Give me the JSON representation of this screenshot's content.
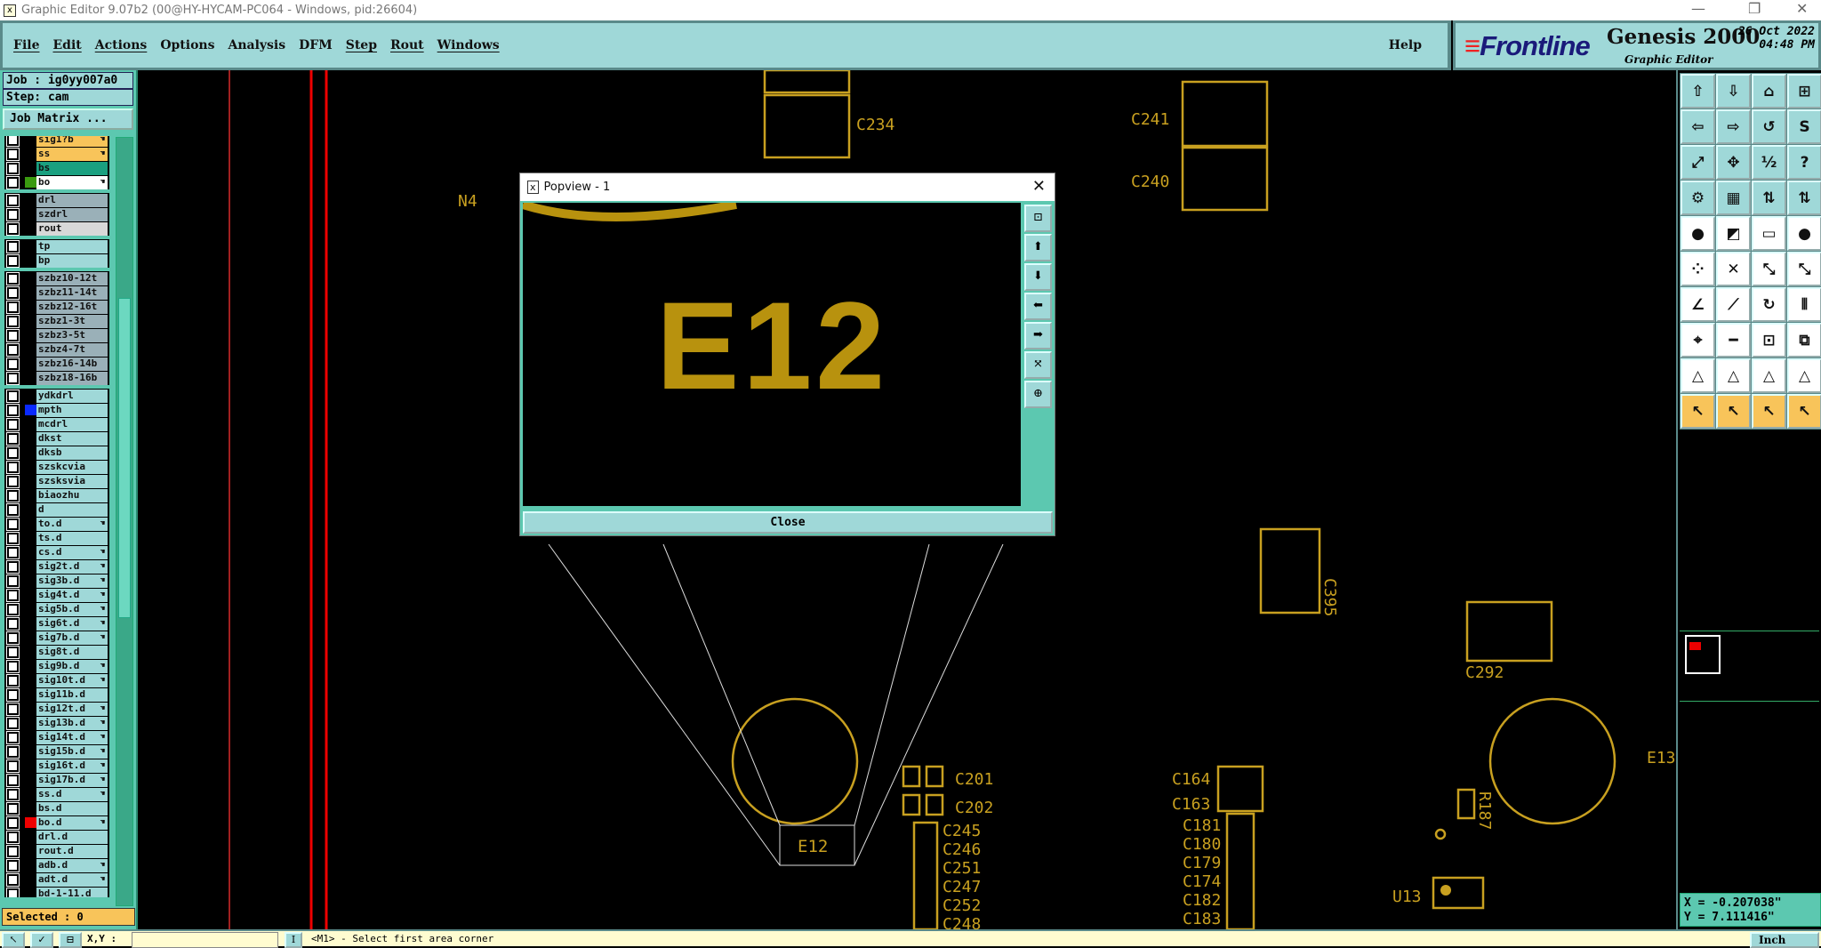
{
  "window": {
    "title": "Graphic Editor 9.07b2 (00@HY-HYCAM-PC064 - Windows, pid:26604)"
  },
  "menu": [
    "File",
    "Edit",
    "Actions",
    "Options",
    "Analysis",
    "DFM",
    "Step",
    "Rout",
    "Windows"
  ],
  "help": "Help",
  "brand": {
    "logo": "Frontline",
    "product": "Genesis 2000",
    "subtitle": "Graphic Editor",
    "date": "26 Oct 2022",
    "time": "04:48 PM"
  },
  "job": "Job : ig0yy007a0",
  "step": "Step: cam",
  "job_matrix": "Job Matrix ...",
  "layer_groups": [
    [
      {
        "n": "sig1?b",
        "c": "#f8c45a",
        "a": true
      },
      {
        "n": "ss",
        "c": "#f8c45a",
        "a": true
      },
      {
        "n": "bs",
        "c": "#1aa080"
      },
      {
        "n": "bo",
        "c": "#fff",
        "sw": "#3a9a10",
        "a": true
      }
    ],
    [
      {
        "n": "drl",
        "c": "#9ab0b8"
      },
      {
        "n": "szdrl",
        "c": "#9ab0b8"
      },
      {
        "n": "rout",
        "c": "#d8d8d8"
      }
    ],
    [
      {
        "n": "tp",
        "c": "#9fd8d8"
      },
      {
        "n": "bp",
        "c": "#9fd8d8"
      }
    ],
    [
      {
        "n": "szbz10-12t",
        "c": "#9ab0b8"
      },
      {
        "n": "szbz11-14t",
        "c": "#9ab0b8"
      },
      {
        "n": "szbz12-16t",
        "c": "#9ab0b8"
      },
      {
        "n": "szbz1-3t",
        "c": "#9ab0b8"
      },
      {
        "n": "szbz3-5t",
        "c": "#9ab0b8"
      },
      {
        "n": "szbz4-7t",
        "c": "#9ab0b8"
      },
      {
        "n": "szbz16-14b",
        "c": "#9ab0b8"
      },
      {
        "n": "szbz18-16b",
        "c": "#9ab0b8"
      }
    ],
    [
      {
        "n": "ydkdrl"
      },
      {
        "n": "mpth",
        "sw": "#0a2aff"
      },
      {
        "n": "mcdrl"
      },
      {
        "n": "dkst"
      },
      {
        "n": "dksb"
      },
      {
        "n": "szskcvia"
      },
      {
        "n": "szsksvia"
      },
      {
        "n": "biaozhu"
      },
      {
        "n": "d"
      },
      {
        "n": "to.d",
        "a": true
      },
      {
        "n": "ts.d"
      },
      {
        "n": "cs.d",
        "a": true
      },
      {
        "n": "sig2t.d",
        "a": true
      },
      {
        "n": "sig3b.d",
        "a": true
      },
      {
        "n": "sig4t.d",
        "a": true
      },
      {
        "n": "sig5b.d",
        "a": true
      },
      {
        "n": "sig6t.d",
        "a": true
      },
      {
        "n": "sig7b.d",
        "a": true
      },
      {
        "n": "sig8t.d"
      },
      {
        "n": "sig9b.d",
        "a": true
      },
      {
        "n": "sig10t.d",
        "a": true
      },
      {
        "n": "sig11b.d"
      },
      {
        "n": "sig12t.d",
        "a": true
      },
      {
        "n": "sig13b.d",
        "a": true
      },
      {
        "n": "sig14t.d",
        "a": true
      },
      {
        "n": "sig15b.d",
        "a": true
      },
      {
        "n": "sig16t.d",
        "a": true
      },
      {
        "n": "sig17b.d",
        "a": true
      },
      {
        "n": "ss.d",
        "a": true
      },
      {
        "n": "bs.d"
      },
      {
        "n": "bo.d",
        "sw": "#e00",
        "a": true
      },
      {
        "n": "drl.d"
      },
      {
        "n": "rout.d"
      },
      {
        "n": "adb.d",
        "a": true
      },
      {
        "n": "adt.d",
        "a": true
      },
      {
        "n": "bd-1-11.d"
      }
    ]
  ],
  "selected": "Selected : 0",
  "popview": {
    "title": "Popview - 1",
    "feature_label": "E12",
    "close": "Close"
  },
  "canvas_labels": [
    "C234",
    "C241",
    "C240",
    "N4",
    "C395",
    "C292",
    "E13",
    "C201",
    "C202",
    "C164",
    "C163",
    "C245",
    "C246",
    "C251",
    "C247",
    "C252",
    "C248",
    "C181",
    "C180",
    "C179",
    "C174",
    "C182",
    "C183",
    "R187",
    "U13",
    "E12"
  ],
  "coords": {
    "x": "X = -0.207038\"",
    "y": "Y = 7.111416\""
  },
  "status": {
    "xy_label": "X,Y :",
    "prompt": "<M1> - Select first area corner",
    "units": "Inch"
  },
  "colors": {
    "panel": "#9fd8d8",
    "copper": "#c8a020",
    "highlight": "#f8c45a"
  }
}
